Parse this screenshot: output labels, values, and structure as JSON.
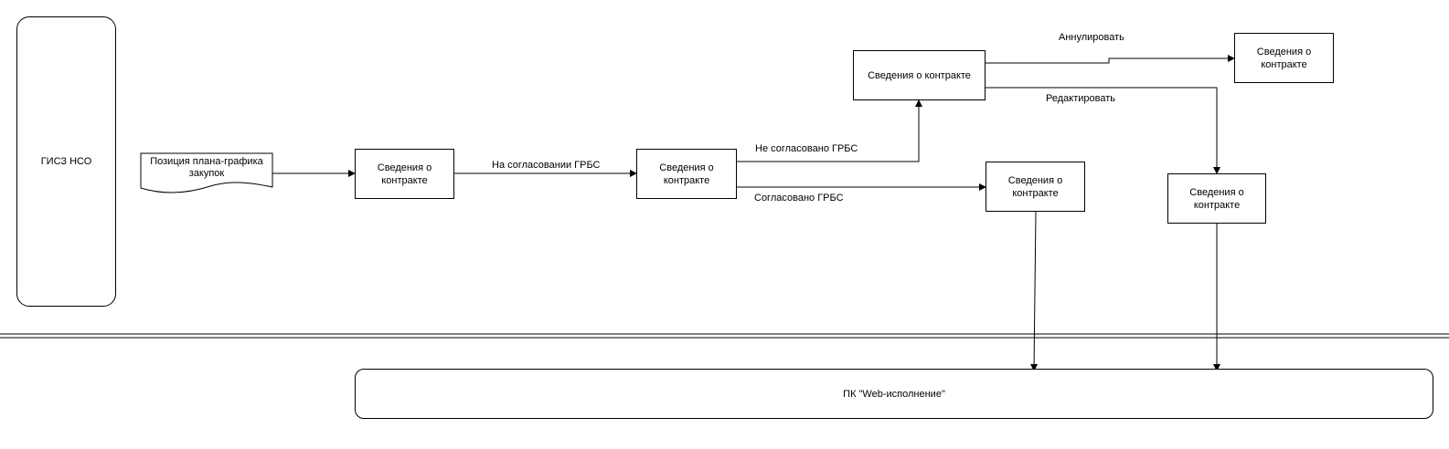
{
  "system_left": "ГИСЗ НСО",
  "system_bottom": "ПК \"Web-исполнение\"",
  "doc_plan": "Позиция плана-графика закупок",
  "node_label": "Сведения о контракте",
  "edges": {
    "on_approval": "На согласовании ГРБС",
    "not_approved": "Не согласовано ГРБС",
    "approved": "Согласовано ГРБС",
    "cancel": "Аннулировать",
    "edit": "Редактировать"
  }
}
